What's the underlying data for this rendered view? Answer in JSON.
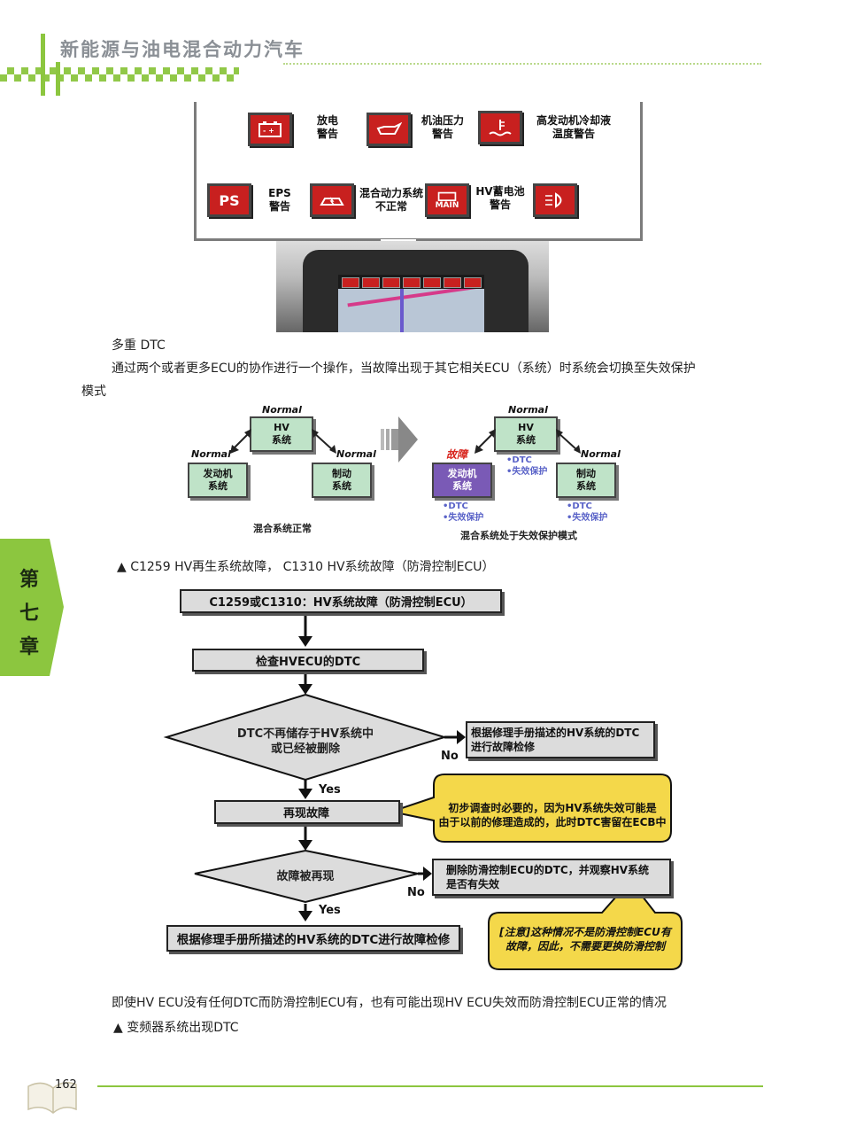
{
  "header": {
    "title": "新能源与油电混合动力汽车"
  },
  "warning_panel": {
    "items": [
      {
        "icon": "battery-icon",
        "label_l1": "放电",
        "label_l2": "警告"
      },
      {
        "icon": "oil-can-icon",
        "label_l1": "机油压力",
        "label_l2": "警告"
      },
      {
        "icon": "coolant-temp-icon",
        "label_l1": "高发动机冷却液",
        "label_l2": "温度警告"
      },
      {
        "icon": "ps-text-icon",
        "icon_text": "PS",
        "label_l1": "EPS",
        "label_l2": "警告"
      },
      {
        "icon": "hybrid-car-icon",
        "label_l1": "混合动力系统",
        "label_l2": "不正常"
      },
      {
        "icon": "main-battery-icon",
        "icon_text": "MAIN",
        "label_l1": "HV蓄电池",
        "label_l2": "警告"
      },
      {
        "icon": "headlight-icon"
      }
    ]
  },
  "body_text": {
    "multi_dtc": "多重 DTC",
    "para1_line1": "通过两个或者更多ECU的协作进行一个操作，当故障出现于其它相关ECU（系统）时系统会切换至失效保护",
    "para1_line2": "模式",
    "caption1": "▲ C1259 HV再生系统故障， C1310 HV系统故障（防滑控制ECU）",
    "para2": "即使HV ECU没有任何DTC而防滑控制ECU有，也有可能出现HV ECU失效而防滑控制ECU正常的情况",
    "caption2": "▲ 变频器系统出现DTC"
  },
  "fault_diagram": {
    "normal": "Normal",
    "hv": "HV\n系统",
    "engine": "发动机\n系统",
    "brake": "制动\n系统",
    "fault": "故障",
    "dtc": "•DTC",
    "failsafe": "•失效保护",
    "left_caption": "混合系统正常",
    "right_caption": "混合系统处于失效保护模式"
  },
  "flowchart": {
    "title": "C1259或C1310：HV系统故障（防滑控制ECU）",
    "step1": "检查HVECU的DTC",
    "decision1_l1": "DTC不再储存于HV系统中",
    "decision1_l2": "或已经被删除",
    "no_box1_l1": "根据修理手册描述的HV系统的DTC",
    "no_box1_l2": "进行故障检修",
    "note1_l1": "初步调查时必要的，因为HV系统失效可能是",
    "note1_l2": "由于以前的修理造成的，此时DTC害留在ECB中",
    "step2": "再现故障",
    "decision2": "故障被再现",
    "no_box2_l1": "删除防滑控制ECU的DTC，并观察HV系统",
    "no_box2_l2": "是否有失效",
    "note2_l1": "[注意]这种情况不是防滑控制ECU有",
    "note2_l2": "故障，因此，不需要更换防滑控制",
    "final": "根据修理手册所描述的HV系统的DTC进行故障检修",
    "yes": "Yes",
    "no": "No"
  },
  "side_tab": {
    "c1": "第",
    "c2": "七",
    "c3": "章"
  },
  "footer": {
    "page": "162"
  },
  "colors": {
    "accent_green": "#8cc63f",
    "warn_red": "#c8201f",
    "box_green": "#bfe3c8",
    "note_yellow": "#f4d84a"
  }
}
